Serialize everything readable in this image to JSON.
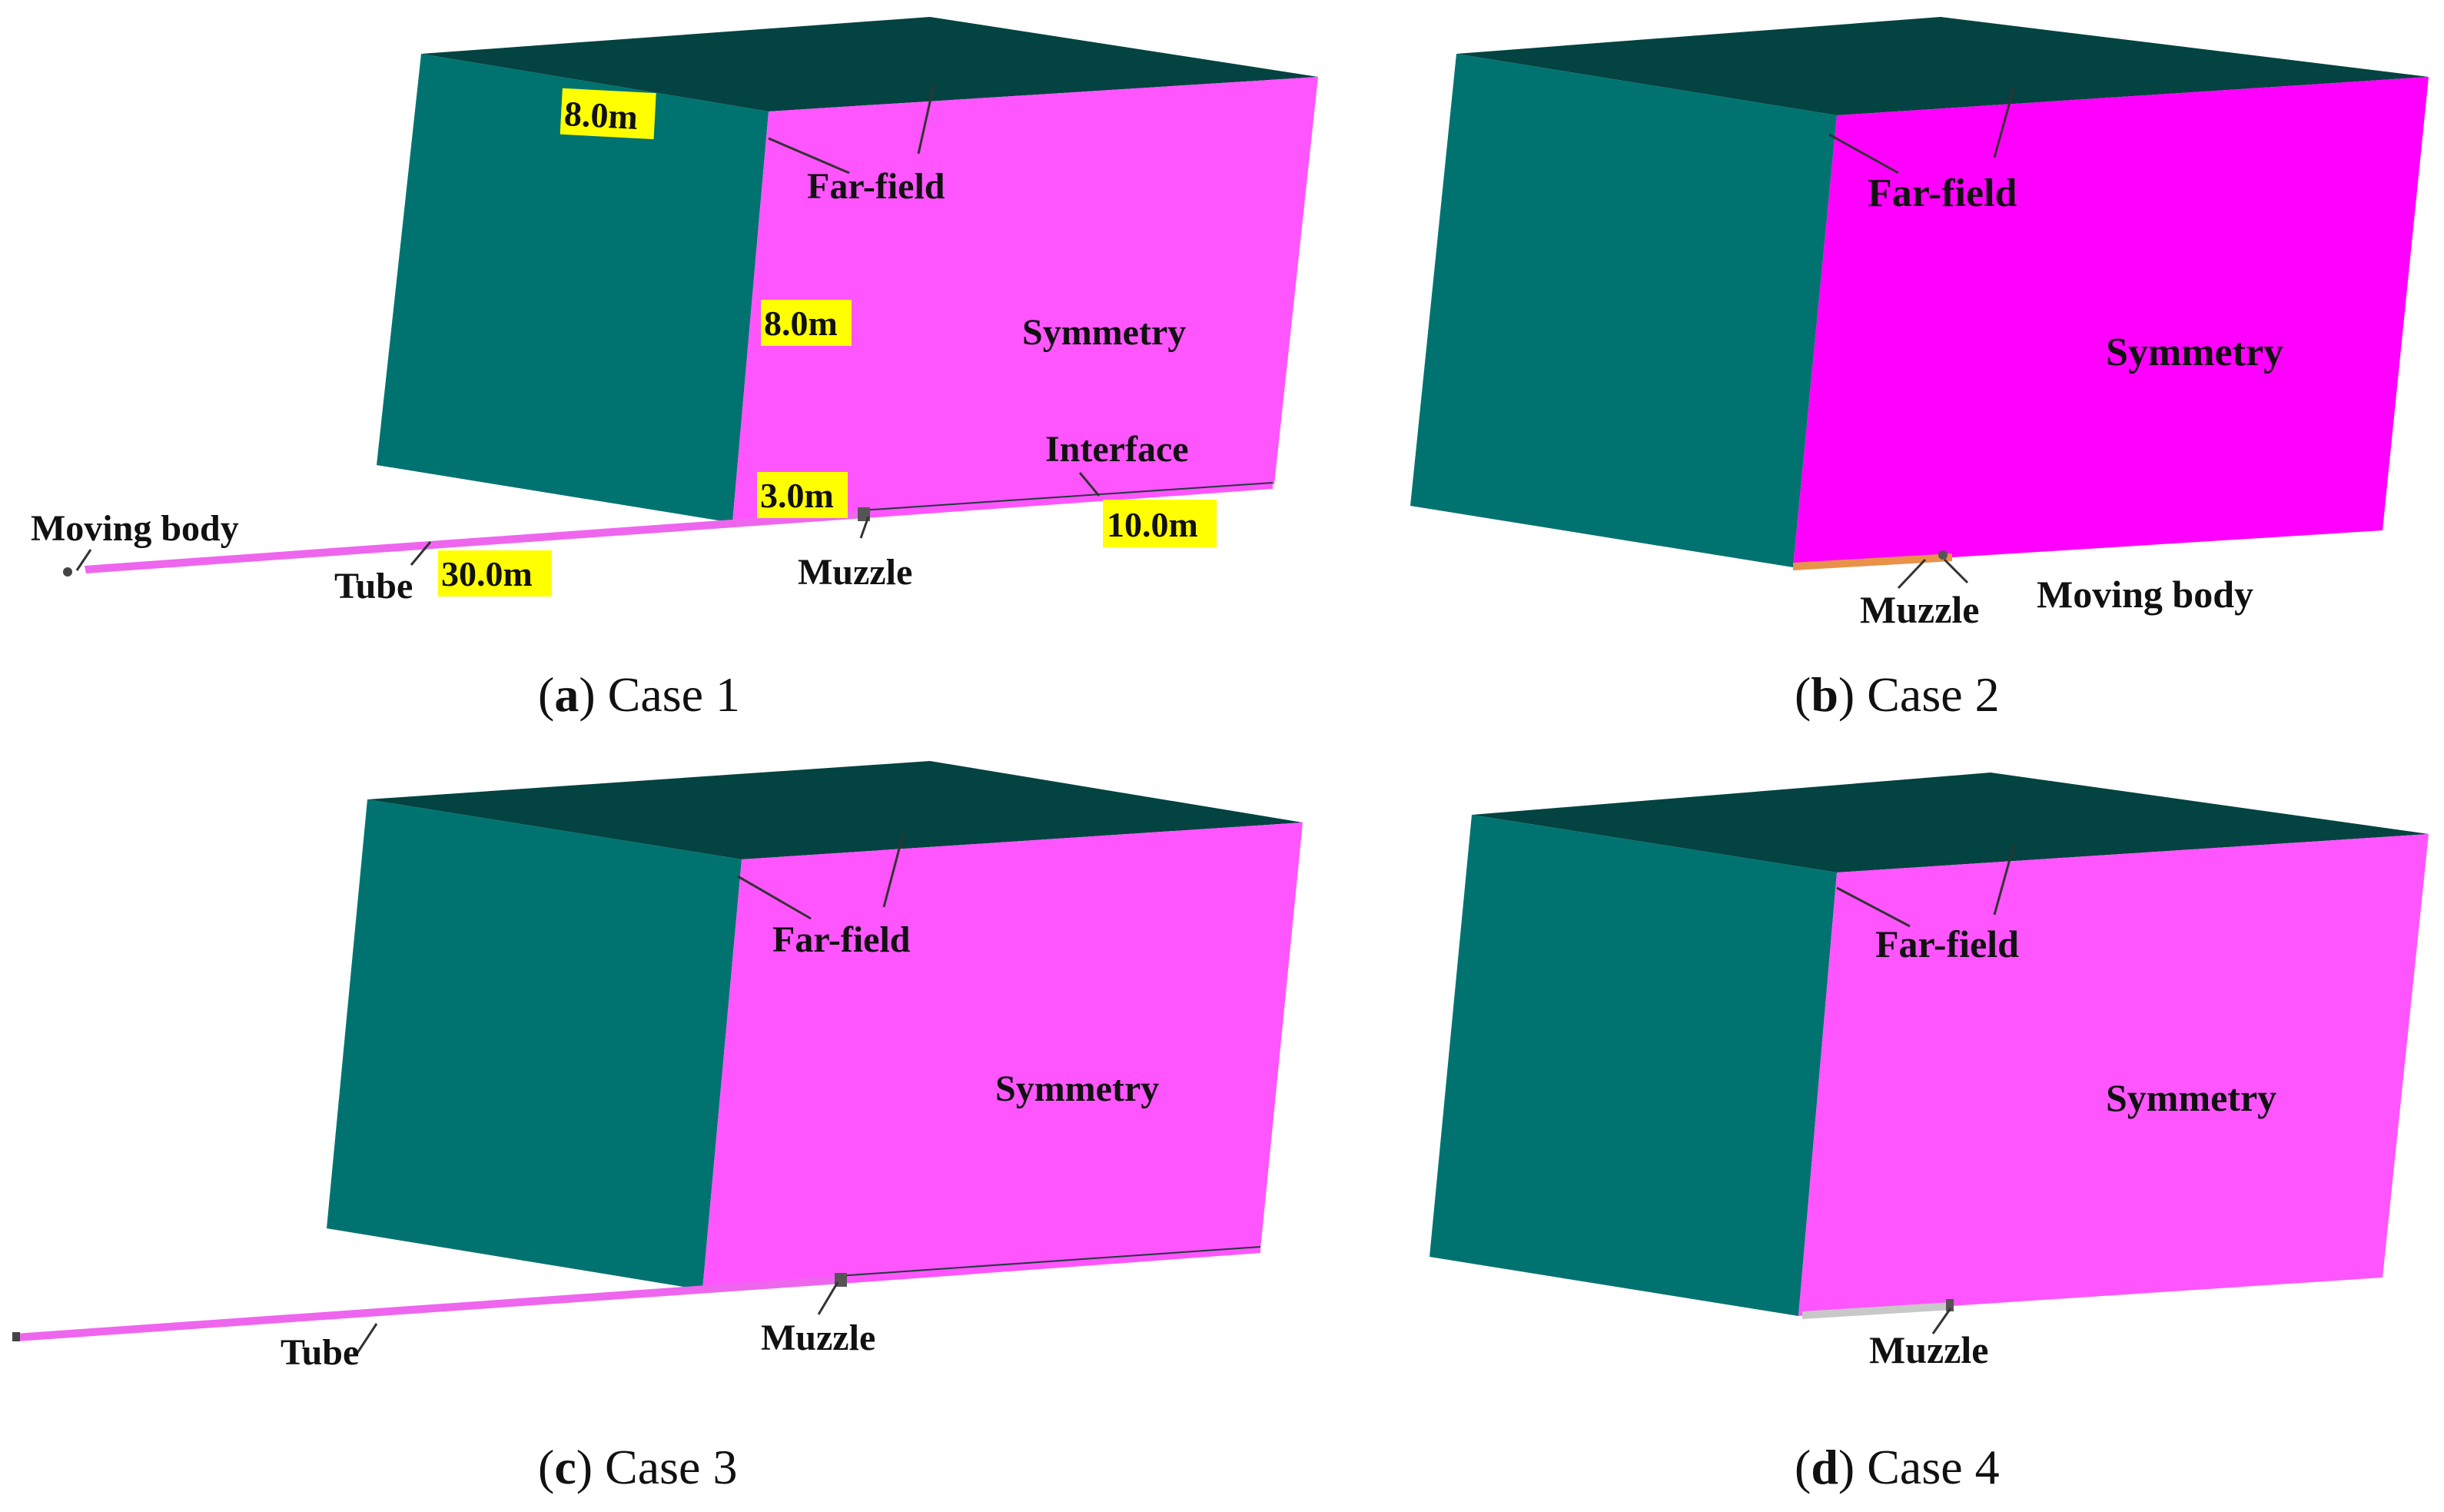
{
  "colors": {
    "side_face": "#007370",
    "top_face": "#034341",
    "symmetry_face": "#ff55ff",
    "symmetry_face_b": "#ff00ff",
    "tube": "#ee66ee",
    "highlight": "#ffff00",
    "muzzle_b": "#e8924a",
    "muzzle_d": "#c8c8c8"
  },
  "panels": {
    "a": {
      "caption_letter": "a",
      "caption_text": "Case 1",
      "labels": {
        "far_field": "Far-field",
        "symmetry": "Symmetry",
        "interface": "Interface",
        "moving_body": "Moving body",
        "tube": "Tube",
        "muzzle": "Muzzle"
      },
      "dimensions": {
        "d_top": "8.0m",
        "d_height": "8.0m",
        "d_gap": "3.0m",
        "d_tube": "30.0m",
        "d_length": "10.0m"
      }
    },
    "b": {
      "caption_letter": "b",
      "caption_text": "Case 2",
      "labels": {
        "far_field": "Far-field",
        "symmetry": "Symmetry",
        "muzzle": "Muzzle",
        "moving_body": "Moving body"
      }
    },
    "c": {
      "caption_letter": "c",
      "caption_text": "Case 3",
      "labels": {
        "far_field": "Far-field",
        "symmetry": "Symmetry",
        "tube": "Tube",
        "muzzle": "Muzzle"
      }
    },
    "d": {
      "caption_letter": "d",
      "caption_text": "Case 4",
      "labels": {
        "far_field": "Far-field",
        "symmetry": "Symmetry",
        "muzzle": "Muzzle"
      }
    }
  }
}
